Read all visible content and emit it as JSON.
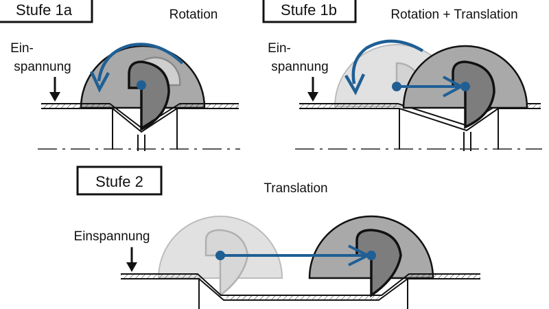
{
  "stages": {
    "s1a": {
      "label": "Stufe 1a",
      "motion": "Rotation",
      "clamp": [
        "Ein-",
        "spannung"
      ]
    },
    "s1b": {
      "label": "Stufe 1b",
      "motion": "Rotation + Translation",
      "clamp": [
        "Ein-",
        "spannung"
      ]
    },
    "s2": {
      "label": "Stufe 2",
      "motion": "Translation",
      "clamp": [
        "Einspannung"
      ]
    }
  },
  "colors": {
    "arrow_blue": "#1f5f94",
    "tool_dark": "#a9a9a9",
    "tool_light": "#dcdcdc",
    "punch_dark": "#7d7d7d",
    "outline": "#111111"
  },
  "icons": {
    "clamp_arrow": "down-arrow-icon",
    "rotation": "curved-arrow-icon",
    "translation": "straight-arrow-icon"
  }
}
